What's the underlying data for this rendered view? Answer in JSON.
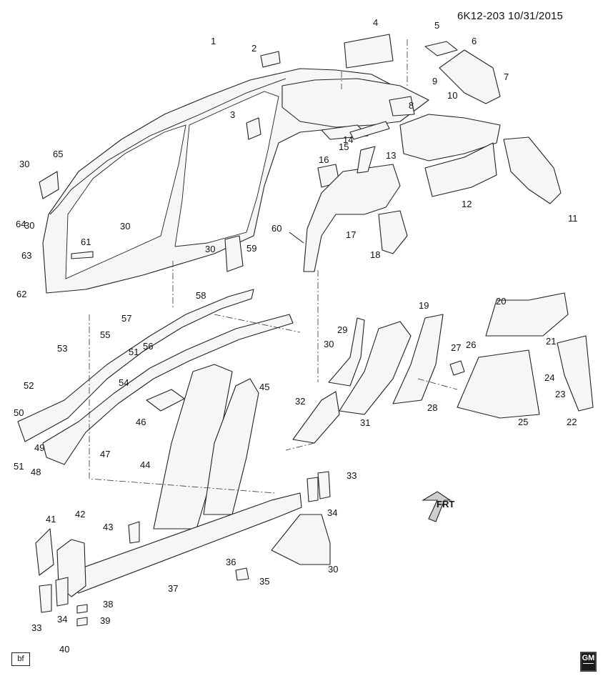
{
  "header": {
    "code": "6K12-203",
    "date": "10/31/2015"
  },
  "footer": {
    "bf_label": "bf",
    "gm_label": "GM"
  },
  "front_indicator": {
    "label": "FRT",
    "icon": "front-arrow-icon"
  },
  "callouts": [
    "1",
    "2",
    "3",
    "4",
    "5",
    "6",
    "7",
    "8",
    "9",
    "10",
    "11",
    "12",
    "13",
    "14",
    "15",
    "16",
    "17",
    "18",
    "19",
    "20",
    "21",
    "22",
    "23",
    "24",
    "25",
    "26",
    "27",
    "28",
    "29",
    "30",
    "30",
    "30",
    "30",
    "30",
    "30",
    "31",
    "32",
    "33",
    "33",
    "34",
    "34",
    "35",
    "36",
    "37",
    "38",
    "39",
    "40",
    "41",
    "42",
    "43",
    "44",
    "45",
    "46",
    "47",
    "48",
    "49",
    "50",
    "51",
    "51",
    "52",
    "53",
    "54",
    "55",
    "56",
    "57",
    "58",
    "59",
    "60",
    "61",
    "62",
    "63",
    "64",
    "65"
  ]
}
